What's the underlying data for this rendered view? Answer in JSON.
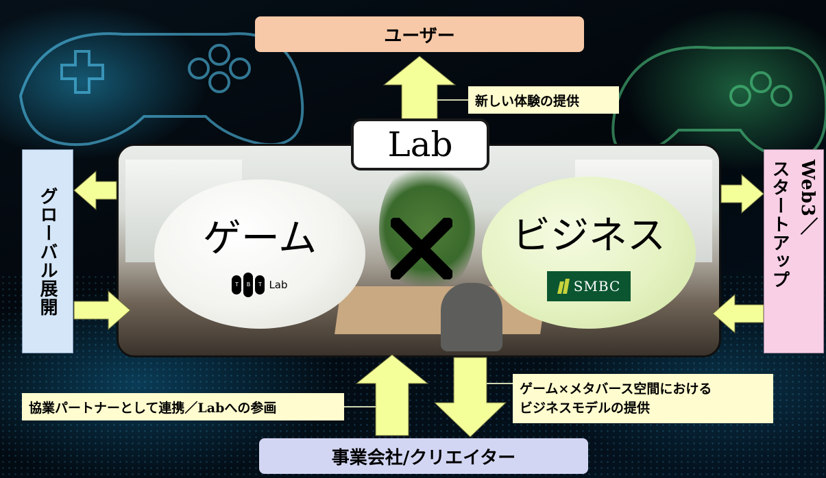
{
  "top": {
    "users_label": "ユーザー",
    "experience_note": "新しい体験の提供"
  },
  "center": {
    "lab_label": "Lab",
    "game_label": "ゲーム",
    "business_label": "ビジネス",
    "cross_symbol": "×",
    "tbt_logo": {
      "letters": [
        "T",
        "B",
        "T"
      ],
      "text": "Lab"
    },
    "smbc_logo": {
      "text": "SMBC"
    }
  },
  "left": {
    "global_label": "グローバル展開"
  },
  "right": {
    "web3_line1": "Web3／",
    "web3_line2": "スタートアップ"
  },
  "bottom": {
    "company_label": "事業会社/クリエイター",
    "collab_note": "協業パートナーとして連携／Labへの参画",
    "business_note_line1": "ゲーム×メタバース空間における",
    "business_note_line2": "ビジネスモデルの提供"
  },
  "colors": {
    "users_box": "#f7c9a8",
    "company_box": "#d3d6f3",
    "global_box": "#d4e6f8",
    "web3_box": "#f9cfe6",
    "arrow": "#f4ff9a",
    "note": "#fffccf",
    "smbc_green": "#0b5631"
  }
}
